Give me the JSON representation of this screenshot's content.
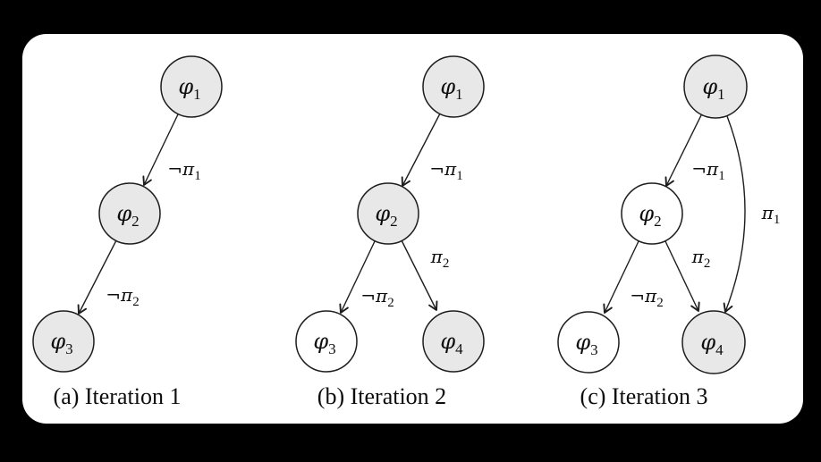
{
  "figure": {
    "background_color": "#000000",
    "card_color": "#ffffff",
    "node_stroke_color": "#1d1d1d",
    "edge_color": "#1d1d1d",
    "text_color": "#0d0d0d",
    "node_fill_shaded": "#e8e8e8",
    "node_fill_unshaded": "#ffffff"
  },
  "panels": [
    {
      "id": "a",
      "caption": "(a) Iteration 1",
      "nodes": [
        {
          "key": "phi1",
          "label": {
            "base": "φ",
            "sub": "1"
          },
          "shaded": true,
          "fill": "#e8e8e8"
        },
        {
          "key": "phi2",
          "label": {
            "base": "φ",
            "sub": "2"
          },
          "shaded": true,
          "fill": "#e8e8e8"
        },
        {
          "key": "phi3",
          "label": {
            "base": "φ",
            "sub": "3"
          },
          "shaded": true,
          "fill": "#e8e8e8"
        }
      ],
      "edges": [
        {
          "from": "phi1",
          "to": "phi2",
          "label": {
            "base": "¬π",
            "sub": "1"
          }
        },
        {
          "from": "phi2",
          "to": "phi3",
          "label": {
            "base": "¬π",
            "sub": "2"
          }
        }
      ]
    },
    {
      "id": "b",
      "caption": "(b) Iteration 2",
      "nodes": [
        {
          "key": "phi1",
          "label": {
            "base": "φ",
            "sub": "1"
          },
          "shaded": true,
          "fill": "#e8e8e8"
        },
        {
          "key": "phi2",
          "label": {
            "base": "φ",
            "sub": "2"
          },
          "shaded": true,
          "fill": "#e8e8e8"
        },
        {
          "key": "phi3",
          "label": {
            "base": "φ",
            "sub": "3"
          },
          "shaded": false,
          "fill": "#ffffff"
        },
        {
          "key": "phi4",
          "label": {
            "base": "φ",
            "sub": "4"
          },
          "shaded": true,
          "fill": "#e8e8e8"
        }
      ],
      "edges": [
        {
          "from": "phi1",
          "to": "phi2",
          "label": {
            "base": "¬π",
            "sub": "1"
          }
        },
        {
          "from": "phi2",
          "to": "phi3",
          "label": {
            "base": "¬π",
            "sub": "2"
          }
        },
        {
          "from": "phi2",
          "to": "phi4",
          "label": {
            "base": "π",
            "sub": "2"
          }
        }
      ]
    },
    {
      "id": "c",
      "caption": "(c) Iteration 3",
      "nodes": [
        {
          "key": "phi1",
          "label": {
            "base": "φ",
            "sub": "1"
          },
          "shaded": true,
          "fill": "#e8e8e8"
        },
        {
          "key": "phi2",
          "label": {
            "base": "φ",
            "sub": "2"
          },
          "shaded": false,
          "fill": "#ffffff"
        },
        {
          "key": "phi3",
          "label": {
            "base": "φ",
            "sub": "3"
          },
          "shaded": false,
          "fill": "#ffffff"
        },
        {
          "key": "phi4",
          "label": {
            "base": "φ",
            "sub": "4"
          },
          "shaded": true,
          "fill": "#e8e8e8"
        }
      ],
      "edges": [
        {
          "from": "phi1",
          "to": "phi2",
          "label": {
            "base": "¬π",
            "sub": "1"
          }
        },
        {
          "from": "phi2",
          "to": "phi3",
          "label": {
            "base": "¬π",
            "sub": "2"
          }
        },
        {
          "from": "phi2",
          "to": "phi4",
          "label": {
            "base": "π",
            "sub": "2"
          }
        },
        {
          "from": "phi1",
          "to": "phi4",
          "label": {
            "base": "π",
            "sub": "1"
          }
        }
      ]
    }
  ]
}
